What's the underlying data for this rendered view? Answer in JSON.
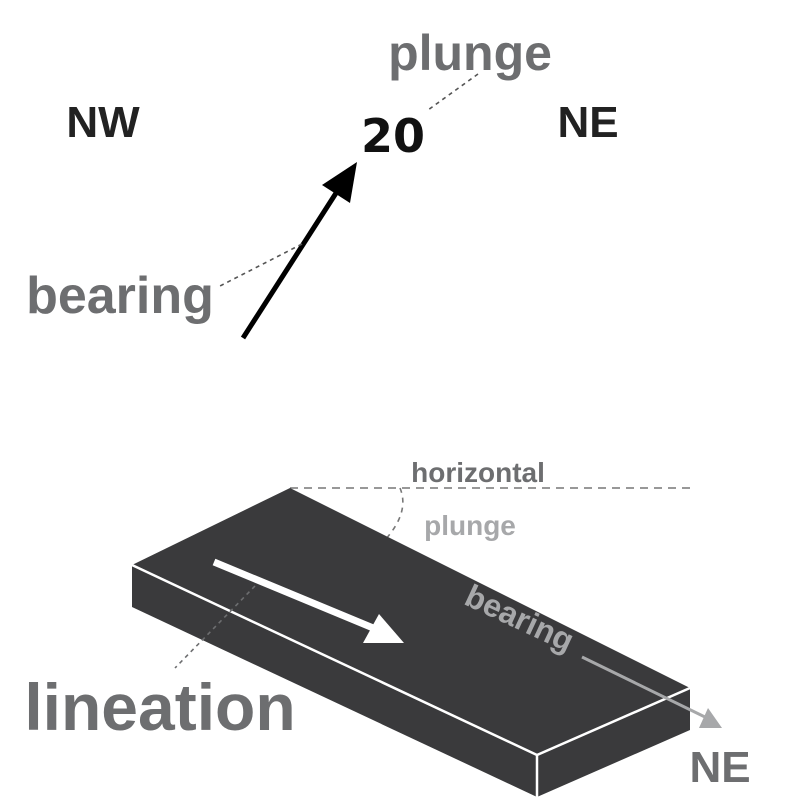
{
  "symbol": {
    "plunge_label": "plunge",
    "plunge_value": "20",
    "left_direction": "NW",
    "right_direction": "NE",
    "bearing_label": "bearing"
  },
  "block": {
    "horizontal_label": "horizontal",
    "plunge_label": "plunge",
    "bearing_label": "bearing",
    "lineation_label": "lineation",
    "direction_label": "NE"
  },
  "colors": {
    "dark_label": "#222222",
    "grey_label": "#6d6e70",
    "light_grey_label": "#a7a8aa",
    "block_top": "#3a3a3c",
    "block_side": "#3a3a3c",
    "edge": "#ffffff"
  }
}
